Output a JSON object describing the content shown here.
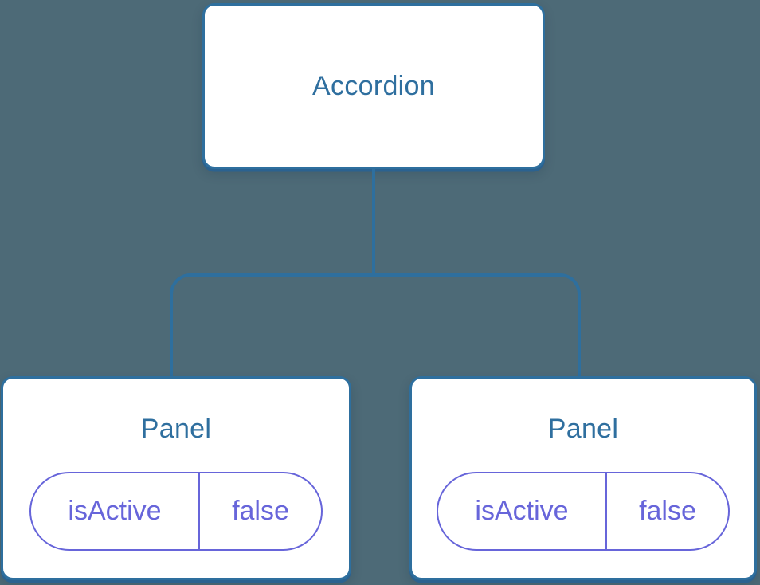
{
  "tree": {
    "root": {
      "label": "Accordion"
    },
    "children": [
      {
        "label": "Panel",
        "state": {
          "key": "isActive",
          "value": "false"
        }
      },
      {
        "label": "Panel",
        "state": {
          "key": "isActive",
          "value": "false"
        }
      }
    ]
  },
  "colors": {
    "background": "#4d6a77",
    "node_border": "#2e6f9e",
    "node_shadow": "#2b6290",
    "node_text": "#2f6f9f",
    "state_accent": "#6765da",
    "node_background": "#ffffff"
  }
}
